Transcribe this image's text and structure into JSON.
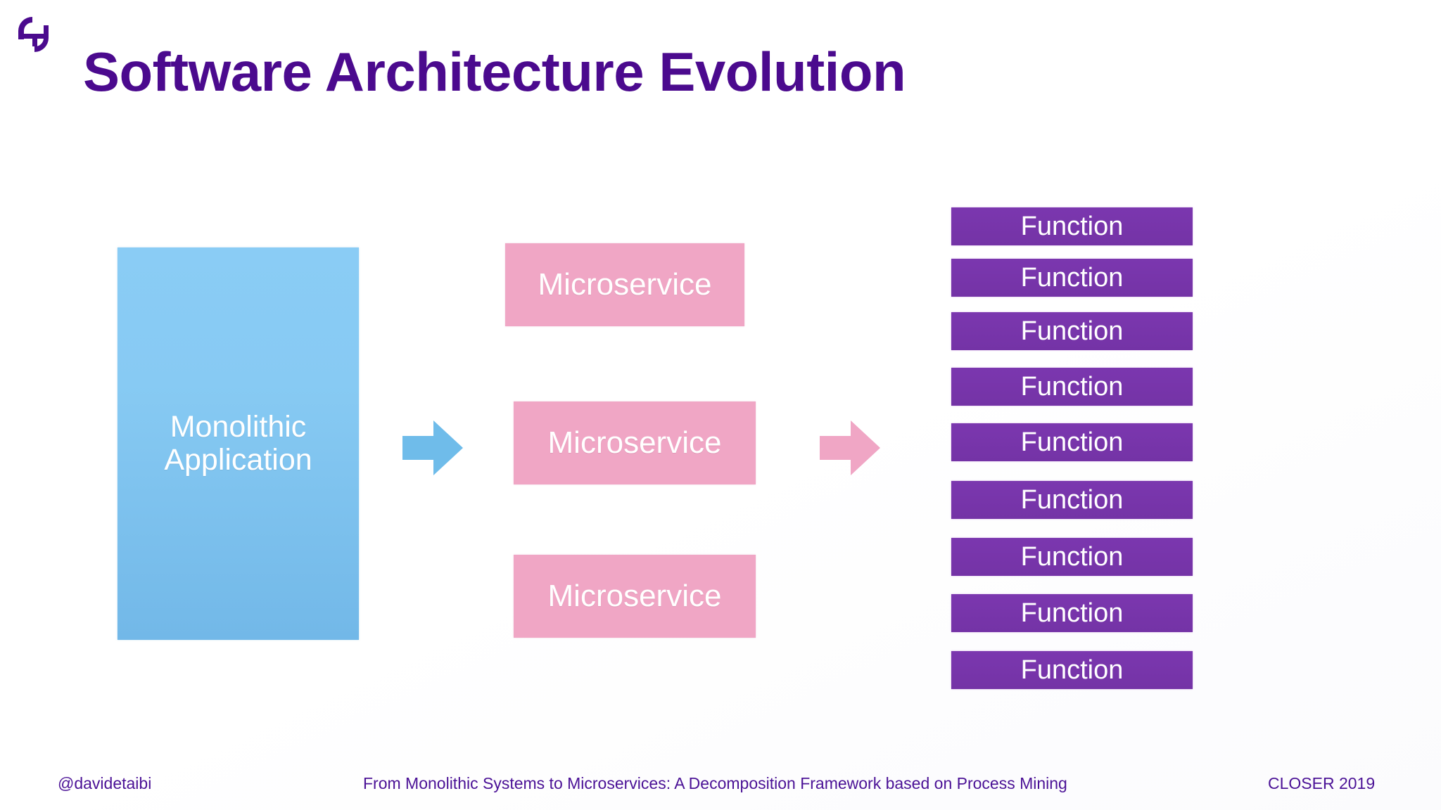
{
  "slide": {
    "title": "Software Architecture Evolution",
    "logo_icon": "tau-brand-logo-icon",
    "background_color": "#FFFFFF"
  },
  "colors": {
    "title_purple": "#4B0A8E",
    "monolith_blue": "#87CAF3",
    "microservice_pink": "#F0A6C5",
    "function_purple": "#7433A6",
    "footer_purple": "#4B1296"
  },
  "diagram": {
    "monolith": {
      "label": "Monolithic\nApplication",
      "line1": "Monolithic",
      "line2": "Application"
    },
    "arrow_1": {
      "icon": "right-arrow-icon",
      "color": "#6FBCEA"
    },
    "arrow_2": {
      "icon": "right-arrow-icon",
      "color": "#F0A6C5"
    },
    "microservices": [
      {
        "label": "Microservice"
      },
      {
        "label": "Microservice"
      },
      {
        "label": "Microservice"
      }
    ],
    "functions": [
      {
        "label": "Function"
      },
      {
        "label": "Function"
      },
      {
        "label": "Function"
      },
      {
        "label": "Function"
      },
      {
        "label": "Function"
      },
      {
        "label": "Function"
      },
      {
        "label": "Function"
      },
      {
        "label": "Function"
      },
      {
        "label": "Function"
      }
    ]
  },
  "footer": {
    "handle": "@davidetaibi",
    "center": "From Monolithic Systems to Microservices: A Decomposition Framework based on Process Mining",
    "right": "CLOSER 2019"
  }
}
